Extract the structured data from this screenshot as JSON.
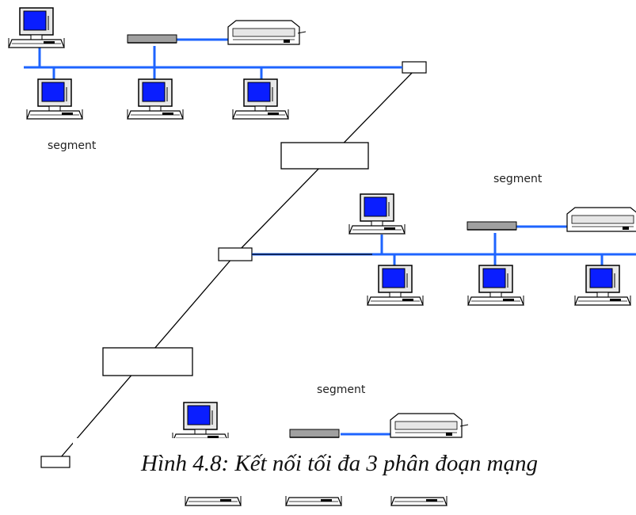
{
  "segments": [
    {
      "label": "segment"
    },
    {
      "label": "segment"
    },
    {
      "label": "segment"
    }
  ],
  "caption": "Hình 4.8: Kết nối tối đa 3 phân đoạn mạng",
  "colors": {
    "bus": "#1e64ff",
    "screen": "#0a1eff",
    "line": "#000000",
    "hub": "#a0a0a0"
  },
  "icons": [
    "computer-icon",
    "hub-icon",
    "printer-icon",
    "repeater-icon",
    "link-box"
  ]
}
